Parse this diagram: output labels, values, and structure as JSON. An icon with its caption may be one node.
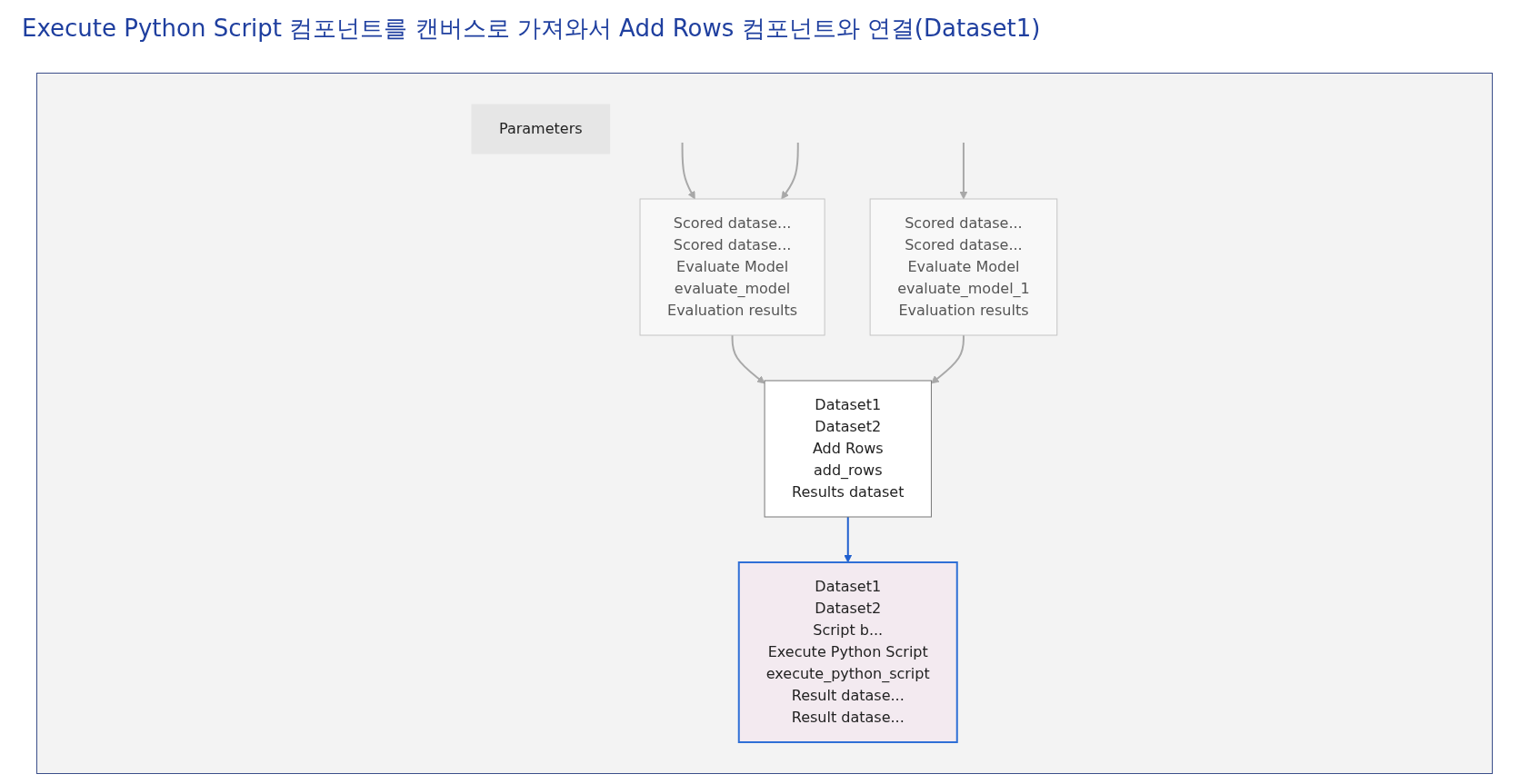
{
  "diagram": {
    "title": "Execute Python Script 컴포넌트를 캔버스로 가져와서 Add Rows 컴포넌트와 연결(Dataset1)",
    "nodes": [
      {
        "text": [
          "Scored datase...",
          "Scored datase...",
          "Evaluate Model",
          "evaluate_model",
          "Evaluation results"
        ]
      },
      {
        "text": [
          "Scored datase...",
          "Scored datase...",
          "Evaluate Model",
          "evaluate_model_1",
          "Evaluation results"
        ]
      },
      {
        "text": [
          "Dataset1",
          "Dataset2",
          "Add Rows",
          "add_rows",
          "Results dataset"
        ]
      },
      {
        "text": [
          "Dataset1",
          "Dataset2",
          "Script b...",
          "Execute Python Script",
          "execute_python_script",
          "Result datase...",
          "Result datase..."
        ]
      },
      {
        "text": [
          "Parameters"
        ]
      }
    ],
    "edges": [
      {
        "from": null,
        "to": 0,
        "arrow": "to"
      },
      {
        "from": null,
        "to": 0,
        "arrow": "to"
      },
      {
        "from": null,
        "to": 1,
        "arrow": "to"
      },
      {
        "from": 0,
        "to": 2,
        "arrow": "to"
      },
      {
        "from": 1,
        "to": 2,
        "arrow": "to"
      },
      {
        "from": 2,
        "to": 3,
        "arrow": "to",
        "color": "#1f5fcf"
      }
    ]
  }
}
